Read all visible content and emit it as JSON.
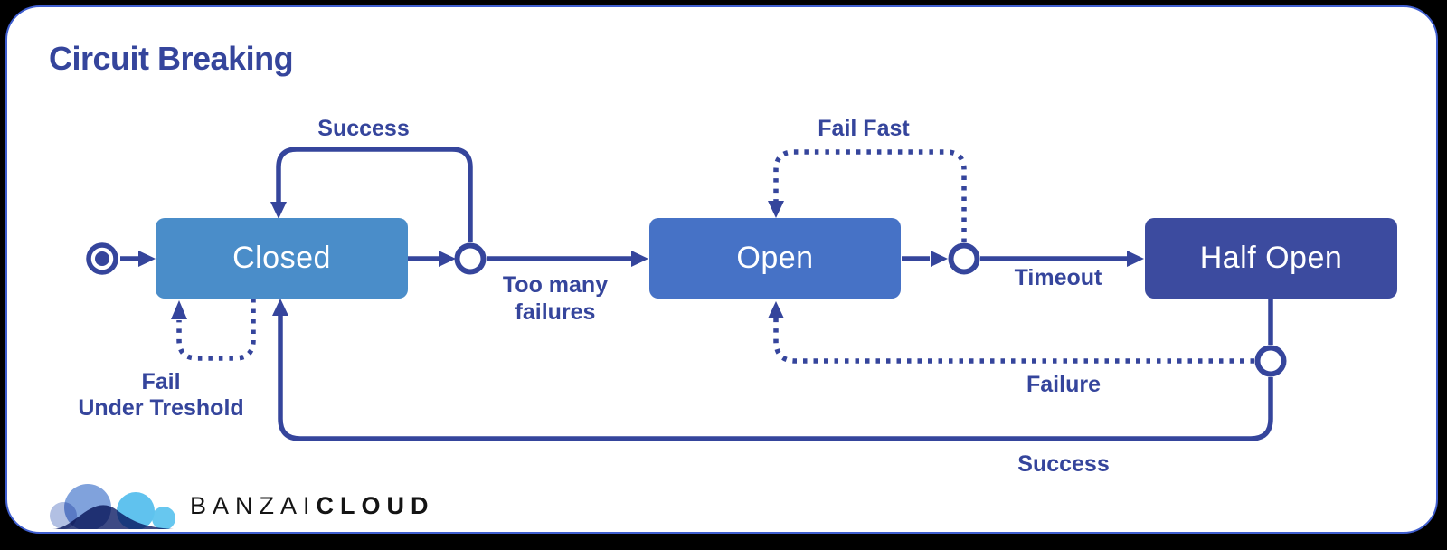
{
  "title": "Circuit Breaking",
  "diagram": {
    "states": [
      {
        "id": "closed",
        "label": "Closed",
        "fill": "#4a8dc9"
      },
      {
        "id": "open",
        "label": "Open",
        "fill": "#4672c6"
      },
      {
        "id": "half_open",
        "label": "Half Open",
        "fill": "#3c4b9f"
      }
    ],
    "initial_state": "closed",
    "transitions": [
      {
        "from": "closed",
        "to": "closed",
        "label": "Success",
        "style": "solid"
      },
      {
        "from": "closed",
        "to": "closed",
        "label": "Fail Under Treshold",
        "style": "dotted"
      },
      {
        "from": "closed",
        "to": "open",
        "label": "Too many failures",
        "style": "solid"
      },
      {
        "from": "open",
        "to": "open",
        "label": "Fail Fast",
        "style": "dotted"
      },
      {
        "from": "open",
        "to": "half_open",
        "label": "Timeout",
        "style": "solid"
      },
      {
        "from": "half_open",
        "to": "open",
        "label": "Failure",
        "style": "dotted"
      },
      {
        "from": "half_open",
        "to": "closed",
        "label": "Success",
        "style": "solid"
      }
    ],
    "labels": {
      "success_top": "Success",
      "fail_fast": "Fail Fast",
      "too_many_line1": "Too many",
      "too_many_line2": "failures",
      "timeout": "Timeout",
      "failure": "Failure",
      "success_bottom": "Success",
      "fail_line1": "Fail",
      "fail_line2": "Under Treshold"
    }
  },
  "colors": {
    "line": "#35459c",
    "label_text": "#35459c",
    "closed_fill": "#4a8dc9",
    "open_fill": "#4672c6",
    "half_open_fill": "#3c4b9f",
    "state_text": "#ffffff",
    "panel_background": "#ffffff",
    "panel_border": "#3f5ecf",
    "logo_text": "#141414",
    "logo_blue_light": "#aebde1",
    "logo_blue_medium": "#6e95d8",
    "logo_cyan": "#4fbcec",
    "logo_navy": "#1b2a6e"
  },
  "logo": {
    "brand_light": "BANZAI",
    "brand_bold": "CLOUD"
  }
}
